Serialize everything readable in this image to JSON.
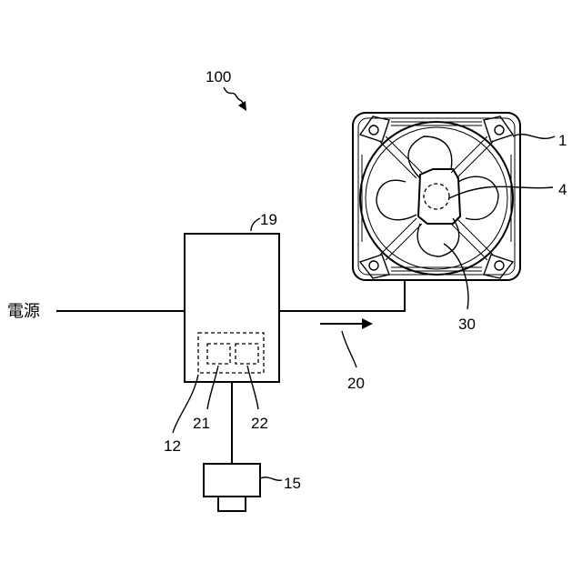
{
  "labels": {
    "system": "100",
    "fan": "1",
    "hub": "4",
    "blades": "30",
    "controller": "19",
    "airflow": "20",
    "circuit": "12",
    "part_a": "21",
    "part_b": "22",
    "sensor": "15",
    "power": "電源"
  }
}
